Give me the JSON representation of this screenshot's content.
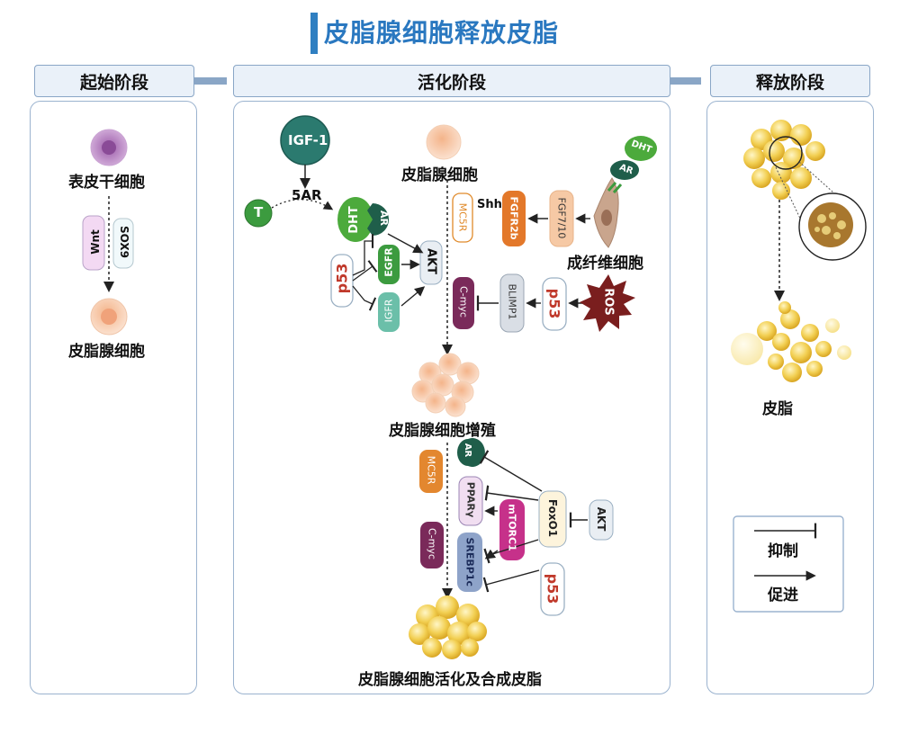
{
  "title": "皮脂腺细胞释放皮脂",
  "stages": {
    "initiation": "起始阶段",
    "activation": "活化阶段",
    "release": "释放阶段"
  },
  "left_panel": {
    "cell_top": "表皮干细胞",
    "factor_1": "Wnt",
    "factor_2": "SOX9",
    "cell_bottom": "皮脂腺细胞"
  },
  "middle_panel": {
    "igf1": "IGF-1",
    "t": "T",
    "five_ar": "5AR",
    "dht": "DHT",
    "ar": "AR",
    "egfr": "EGFR",
    "igfr": "IGFR",
    "p53": "p53",
    "akt": "AKT",
    "sebocyte": "皮脂腺细胞",
    "shh": "Shh",
    "mc5r": "MC5R",
    "fgfr2b": "FGFR2b",
    "fgf7_10": "FGF7/10",
    "fibroblast": "成纤维细胞",
    "fib_dht": "DHT",
    "fib_ar": "AR",
    "cmyc": "C-myc",
    "blimp1": "BLIMP1",
    "p53_b": "p53",
    "ros": "ROS",
    "proliferation": "皮脂腺细胞增殖",
    "ar_low": "AR",
    "mc5r_low": "MC5R",
    "ppar": "PPARγ",
    "mtorc1": "mTORC1",
    "foxo1": "FoxO1",
    "akt_low": "AKT",
    "cmyc_low": "C-myc",
    "srebp": "SREBP1c",
    "p53_low": "p53",
    "final": "皮脂腺细胞活化及合成皮脂"
  },
  "right_panel": {
    "sebum": "皮脂",
    "legend_inhibit": "抑制",
    "legend_promote": "促进"
  }
}
